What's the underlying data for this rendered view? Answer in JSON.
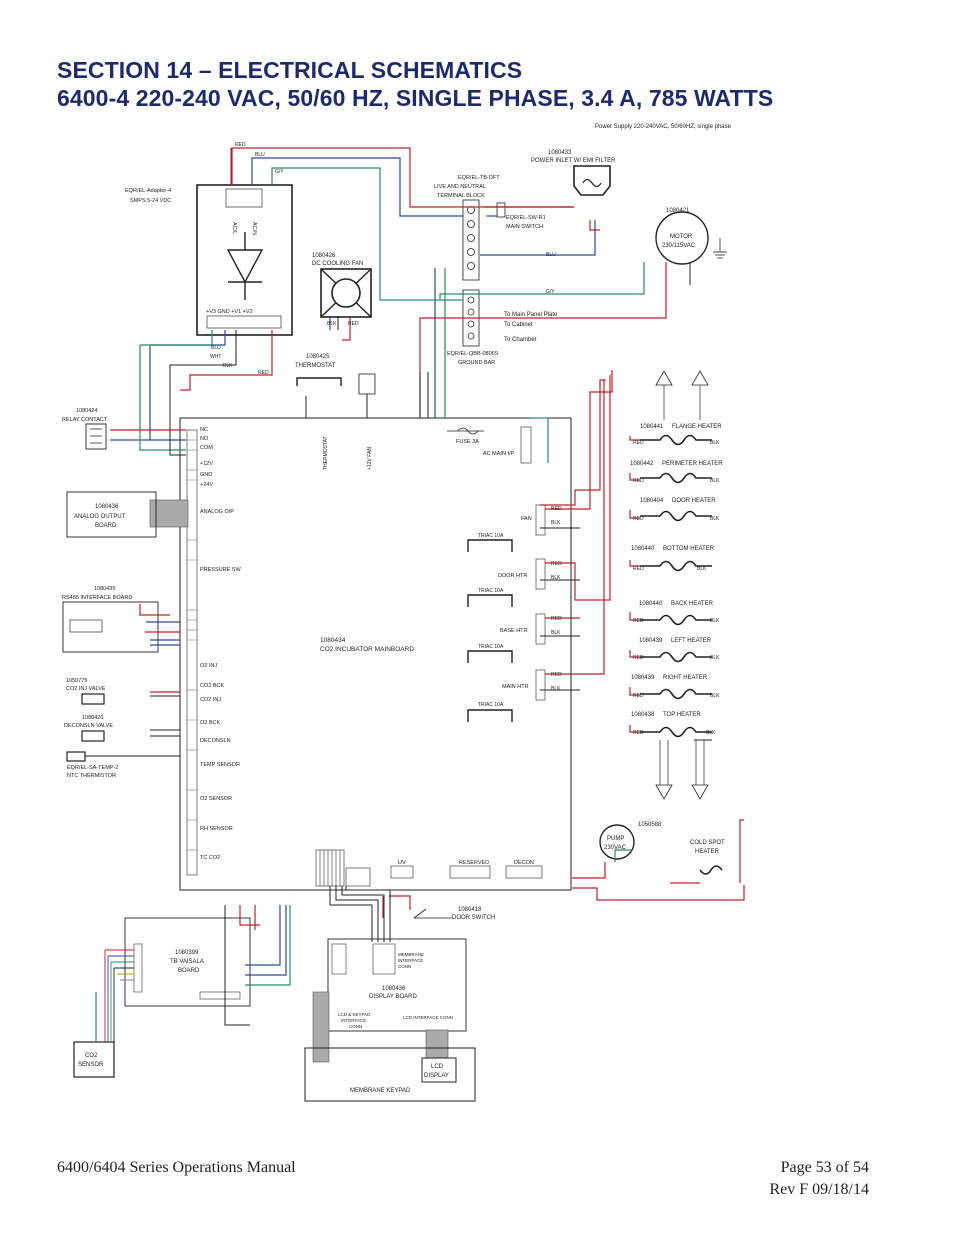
{
  "header": {
    "line1": "SECTION 14 – ELECTRICAL SCHEMATICS",
    "line2": "6400-4 220-240 VAC, 50/60 HZ, SINGLE PHASE, 3.4 A, 785 WATTS"
  },
  "schematic": {
    "power_supply_note": "Power Supply 220-240VAC, 50/60HZ, single phase",
    "power_inlet": {
      "part": "1080433",
      "name": "POWER INLET W/ EMI FILTER"
    },
    "terminal_block": {
      "part": "EQR/EL-TB-DFT",
      "name1": "LIVE AND NEUTRAL",
      "name2": "TERMINAL BLOCK"
    },
    "main_switch": {
      "part": "EQR/EL-SW-R1",
      "name": "MAIN SWITCH"
    },
    "smps": {
      "part": "EQR/EL-Adaptor-4",
      "name": "SMPS 5-24 VDC",
      "ac_l": "AC/L",
      "ac_n": "AC/N",
      "outputs": "+V3 GND  +V1  +V2"
    },
    "fan": {
      "part": "1080426",
      "name": "DC COOLING FAN"
    },
    "motor": {
      "part": "1080421",
      "name": "MOTOR",
      "rating": "230/115VAC"
    },
    "ground_bar": {
      "part": "EQR/EL-QBB-0806S",
      "name": "GROUND BAR",
      "to_panel": "To Main Panel Plate",
      "to_cabinet": "To Cabinet",
      "to_chamber": "To Chamber"
    },
    "thermostat": {
      "part": "1080425",
      "name": "THERMOSTAT"
    },
    "relay": {
      "part": "1080424",
      "name": "RELAY CONTACT"
    },
    "mainboard": {
      "part": "1080434",
      "name": "CO2 INCUBATOR MAINBOARD",
      "fuse": "FUSE 3A",
      "ac_main": "AC MAIN I/P",
      "analog": "ANALOG O/P",
      "pressure": "PRESSURE SW",
      "co2_inj": "CO2 INJ",
      "co2_bck": "CO2 BCK",
      "o2_inj": "O2 INJ",
      "o2_bck": "O2 BCK",
      "decon": "DECONSLN",
      "temp": "TEMP SENSOR",
      "o2s": "O2 SENSOR",
      "rh": "RH SENSOR",
      "tc": "TC CO2",
      "fan": "FAN",
      "door_htr": "DOOR HTR",
      "base_htr": "BASE HTR",
      "main_htr": "MAIN HTR",
      "triac": "TRIAC 10A",
      "uv": "UV",
      "reserved": "RESERVED",
      "decon_j": "DECON"
    },
    "analog_board": {
      "part": "1080436",
      "name1": "ANALOG OUTPUT",
      "name2": "BOARD"
    },
    "rs485": {
      "part": "1080435",
      "name": "RS485 INTERFACE BOARD"
    },
    "co2_valve": {
      "part": "1050775",
      "name": "CO2 INJ VALVE"
    },
    "decon_valve": {
      "part": "1080420",
      "name": "DECONSLN VALVE"
    },
    "ntc": {
      "part": "EQR/EL-SA-TEMP-2",
      "name": "NTC THERMISTOR"
    },
    "heaters": [
      {
        "part": "1080441",
        "name": "FLANGE HEATER"
      },
      {
        "part": "1080442",
        "name": "PERIMETER HEATER"
      },
      {
        "part": "1080404",
        "name": "DOOR HEATER"
      },
      {
        "part": "1080440",
        "name": "BOTTOM HEATER"
      },
      {
        "part": "1080440",
        "name": "BACK HEATER"
      },
      {
        "part": "1080439",
        "name": "LEFT HEATER"
      },
      {
        "part": "1080439",
        "name": "RIGHT HEATER"
      },
      {
        "part": "1080438",
        "name": "TOP HEATER"
      }
    ],
    "pump": {
      "part": "1050588",
      "name": "PUMP",
      "rating": "230VAC"
    },
    "cold_spot": {
      "name1": "COLD SPOT",
      "name2": "HEATER"
    },
    "vaisala": {
      "part": "1080399",
      "name1": "TB VAISALA",
      "name2": "BOARD"
    },
    "door_switch": {
      "part": "1080418",
      "name": "DOOR SWITCH"
    },
    "display_board": {
      "part": "1080436",
      "name": "DISPLAY BOARD",
      "lcd_keypad1": "LCD & KEYPAD",
      "lcd_keypad2": "INTERFACE",
      "lcd_keypad3": "CONN",
      "lcd_if": "LCD INTERFACE CONN",
      "membrane_if1": "MEMBRANE",
      "membrane_if2": "INTERFACE",
      "membrane_if3": "CONN"
    },
    "co2_sensor": {
      "line1": "CO2",
      "line2": "SENSOR"
    },
    "lcd": {
      "line1": "LCD",
      "line2": "DISPLAY"
    },
    "keypad": {
      "name": "MEMBRANE KEYPAD"
    },
    "wire": {
      "red": "RED",
      "blu": "BLU",
      "blk": "BLK",
      "wht": "WHT",
      "gy": "G/Y"
    }
  },
  "colors": {
    "title": "#1d2a6b",
    "red_wire": "#c0202a",
    "blue_wire": "#2a4a9a",
    "green_wire": "#2a8a6a",
    "black_wire": "#222222"
  },
  "footer": {
    "manual": "6400/6404 Series Operations Manual",
    "page": "Page 53 of 54",
    "rev": "Rev F 09/18/14"
  }
}
